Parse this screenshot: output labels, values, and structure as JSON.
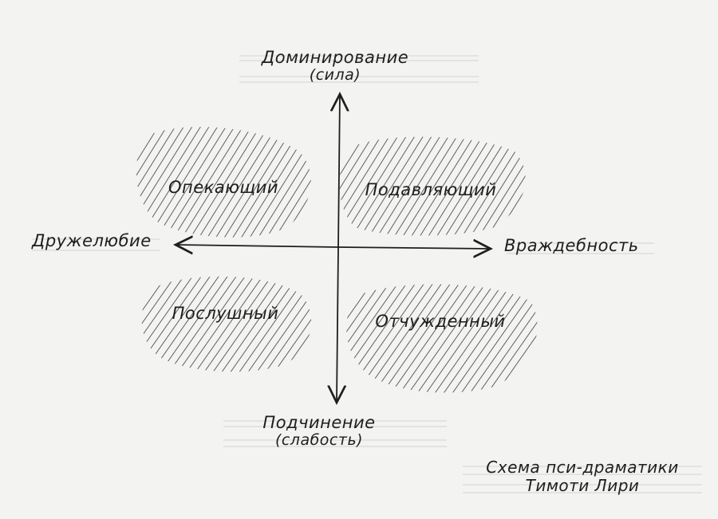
{
  "diagram": {
    "axes": {
      "top": {
        "line1": "Доминирование",
        "line2": "(сила)"
      },
      "bottom": {
        "line1": "Подчинение",
        "line2": "(слабость)"
      },
      "left": "Дружелюбие",
      "right": "Враждебность"
    },
    "quadrants": {
      "top_left": "Опекающий",
      "top_right": "Подавляющий",
      "bottom_left": "Послушный",
      "bottom_right": "Отчужденный"
    },
    "caption": {
      "line1": "Схема пси-драматики",
      "line2": "Тимоти Лири"
    },
    "colors": {
      "ink": "#1e1e1e",
      "hatch": "#3a3a3a",
      "paper": "#f3f3f1"
    }
  }
}
